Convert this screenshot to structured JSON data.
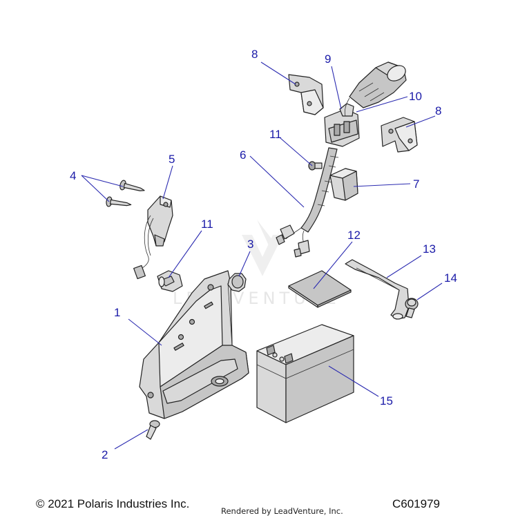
{
  "callouts": {
    "c1": "1",
    "c2": "2",
    "c3": "3",
    "c4": "4",
    "c5": "5",
    "c6": "6",
    "c7": "7",
    "c8a": "8",
    "c8b": "8",
    "c9": "9",
    "c10": "10",
    "c11a": "11",
    "c11b": "11",
    "c12": "12",
    "c13": "13",
    "c14": "14",
    "c15": "15"
  },
  "watermark": "LEADVENTURE",
  "footer": {
    "copyright": "© 2021 Polaris Industries Inc.",
    "rendered_by": "Rendered by LeadVenture, Inc.",
    "diagram_code": "C601979"
  },
  "colors": {
    "callout_text": "#1a1aa8",
    "leader_line": "#2a2ab0",
    "part_fill": "#d9d9d9"
  }
}
